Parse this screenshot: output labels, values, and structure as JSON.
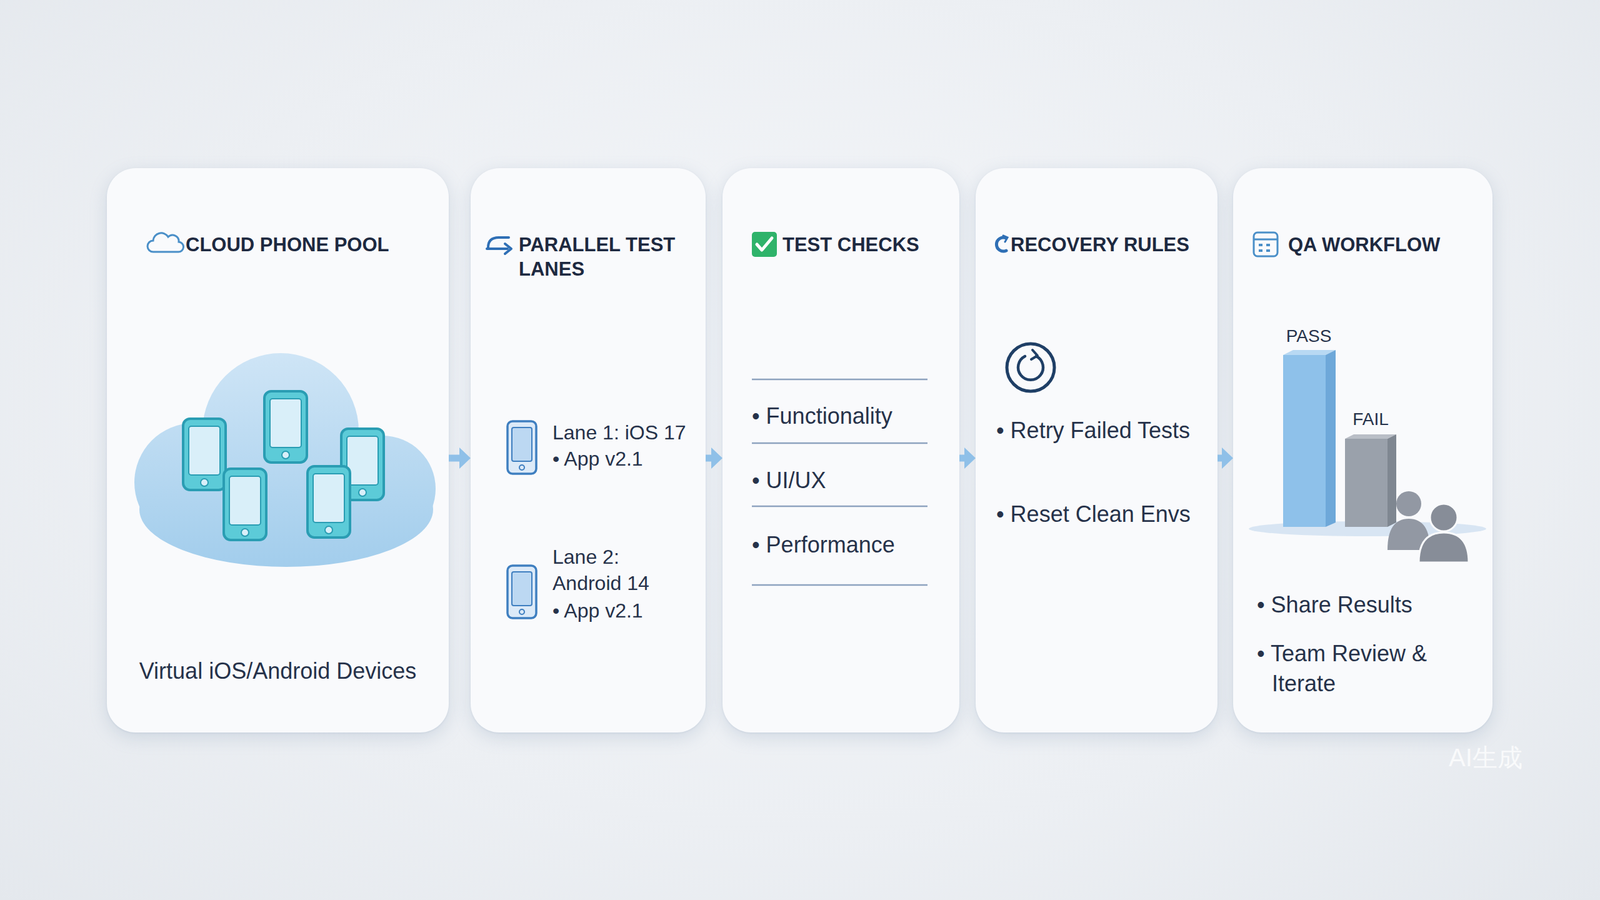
{
  "diagram": {
    "nodes": [
      {
        "text": [
          "CLOUD PHONE POOL",
          "Virtual iOS/Android Devices"
        ]
      },
      {
        "text": [
          "PARALLEL TEST LANES",
          "Lane 1: iOS 17",
          "• App v2.1",
          "Lane 2: Android 14",
          "• App v2.1"
        ]
      },
      {
        "text": [
          "TEST CHECKS",
          "• Functionality",
          "• UI/UX",
          "• Performance"
        ]
      },
      {
        "text": [
          "RECOVERY RULES",
          "• Retry Failed Tests",
          "• Reset Clean Envs"
        ]
      },
      {
        "text": [
          "QA WORKFLOW",
          "PASS",
          "FAIL",
          "• Share Results",
          "• Team Review & Iterate"
        ]
      }
    ],
    "edges": [
      {
        "from": 0,
        "to": 1,
        "arrow": "to"
      },
      {
        "from": 1,
        "to": 2,
        "arrow": "to"
      },
      {
        "from": 2,
        "to": 3,
        "arrow": "to"
      },
      {
        "from": 3,
        "to": 4,
        "arrow": "to"
      }
    ],
    "labels": [
      "AI生成"
    ]
  }
}
